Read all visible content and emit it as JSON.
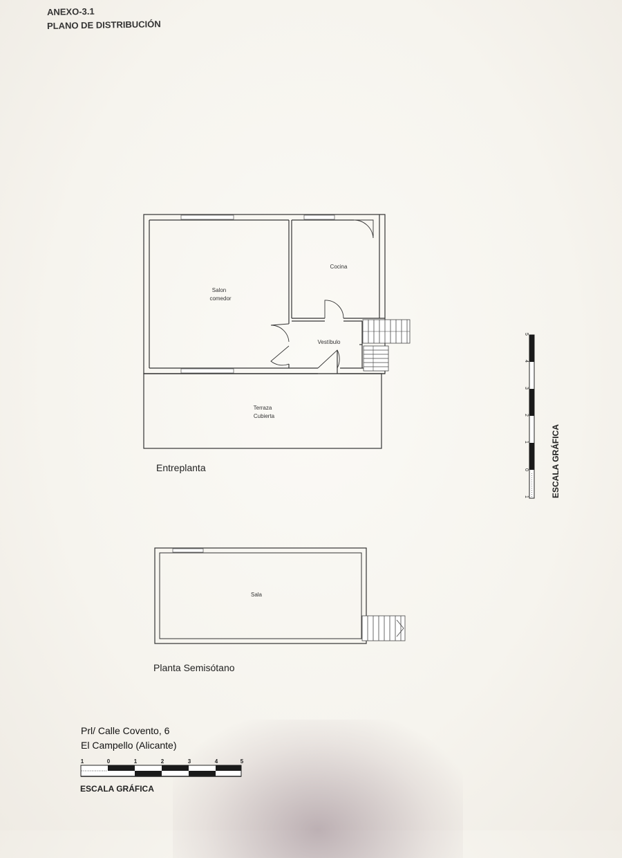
{
  "header": {
    "annex": "ANEXO-3.1",
    "title": "PLANO DE DISTRIBUCIÓN"
  },
  "entreplanta": {
    "label": "Entreplanta",
    "rooms": {
      "salon_line1": "Salon",
      "salon_line2": "comedor",
      "cocina": "Cocina",
      "vestibulo": "Vestíbulo",
      "terraza_line1": "Terraza",
      "terraza_line2": "Cubierta"
    }
  },
  "semisotano": {
    "label": "Planta Semisótano",
    "rooms": {
      "sala": "Sala"
    }
  },
  "vertical_scale": {
    "title": "ESCALA GRÁFICA",
    "ticks": [
      "1",
      "0",
      "1",
      "2",
      "3",
      "4",
      "5"
    ]
  },
  "bottom_scale": {
    "title": "ESCALA GRÁFICA",
    "ticks": [
      "1",
      "0",
      "1",
      "2",
      "3",
      "4",
      "5"
    ]
  },
  "address": {
    "line1": "Prl/ Calle Covento, 6",
    "line2": "El Campello (Alicante)"
  }
}
